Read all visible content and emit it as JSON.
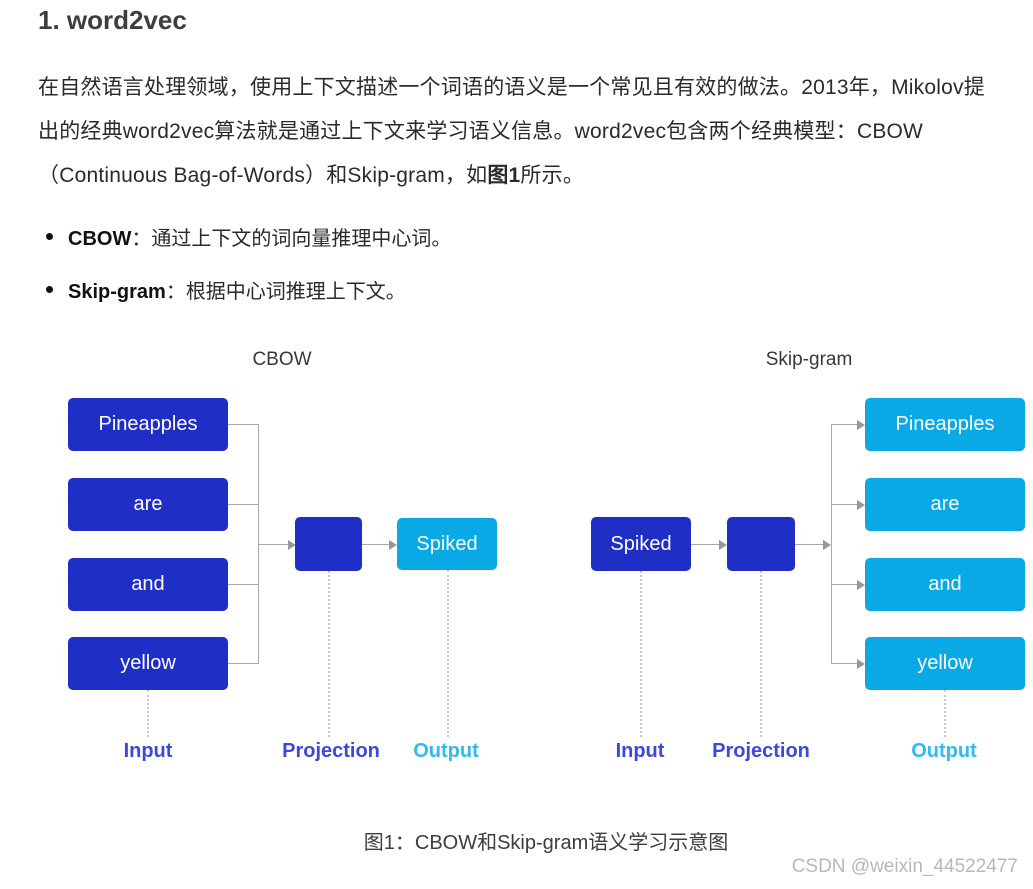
{
  "article": {
    "heading": "1. word2vec",
    "paragraph": {
      "line1": "在自然语言处理领域，使用上下文描述一个词语的语义是一个常见且有效的做法。2013年，Mikolov提",
      "line2": "出的经典word2vec算法就是通过上下文来学习语义信息。word2vec包含两个经典模型：CBOW",
      "line3_prefix": "（Continuous Bag-of-Words）和Skip-gram，如",
      "line3_bold": "图1",
      "line3_suffix": "所示。"
    },
    "bullets": [
      {
        "term": "CBOW",
        "separator": "：",
        "text": "通过上下文的词向量推理中心词。"
      },
      {
        "term": "Skip-gram",
        "separator": "：",
        "text": "根据中心词推理上下文。"
      }
    ]
  },
  "diagram": {
    "cbow": {
      "title": "CBOW",
      "input_words": [
        "Pineapples",
        "are",
        "and",
        "yellow"
      ],
      "output_word": "Spiked",
      "axis_labels": {
        "input": "Input",
        "projection": "Projection",
        "output": "Output"
      }
    },
    "skipgram": {
      "title": "Skip-gram",
      "input_word": "Spiked",
      "output_words": [
        "Pineapples",
        "are",
        "and",
        "yellow"
      ],
      "axis_labels": {
        "input": "Input",
        "projection": "Projection",
        "output": "Output"
      }
    },
    "colors": {
      "context_box_blue": "#1f2fc5",
      "center_box_cyan": "#09a9e6",
      "label_indigo": "#3b48dd",
      "label_cyan": "#30baf5",
      "connector_gray": "#a8a8a8"
    }
  },
  "figure": {
    "caption": "图1：CBOW和Skip-gram语义学习示意图"
  },
  "watermark": "CSDN @weixin_44522477"
}
